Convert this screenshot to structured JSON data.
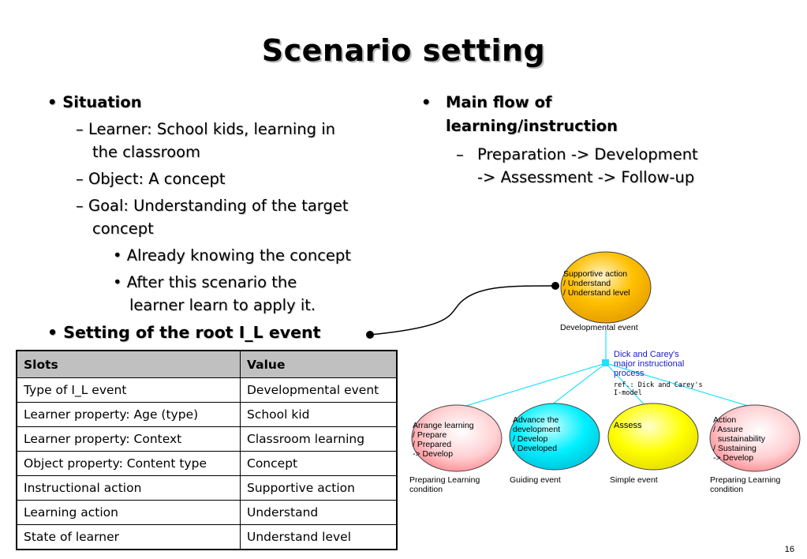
{
  "title": "Scenario setting",
  "left": {
    "situation": "Situation",
    "learner": "Learner: School kids, learning in the classroom",
    "learner_l1": "Learner: School kids, learning in",
    "learner_l2": "the classroom",
    "object": "Object: A concept",
    "goal_l1": "Goal: Understanding of the target",
    "goal_l2": "concept",
    "sub1": "Already knowing the concept",
    "sub2_l1": "After this scenario the",
    "sub2_l2": "learner learn to apply it.",
    "setting": "Setting of the root I_L event"
  },
  "right": {
    "main_l1": "Main flow of",
    "main_l2": "learning/instruction",
    "flow_l1": "Preparation -> Development",
    "flow_l2": "-> Assessment -> Follow-up"
  },
  "table": {
    "headers": [
      "Slots",
      "Value"
    ],
    "rows": [
      [
        "Type of I_L event",
        "Developmental event"
      ],
      [
        "Learner property: Age (type)",
        "School kid"
      ],
      [
        "Learner property: Context",
        "Classroom learning"
      ],
      [
        "Object property: Content type",
        "Concept"
      ],
      [
        "Instructional action",
        "Supportive action"
      ],
      [
        "Learning action",
        "Understand"
      ],
      [
        "State of learner",
        "Understand level"
      ]
    ]
  },
  "diagram": {
    "root": {
      "lines": [
        "Supportive action",
        "/ Understand",
        "/ Understand level"
      ],
      "caption": "Developmental event",
      "color": "#ffc000"
    },
    "model_label": [
      "Dick and Carey's",
      "major instructional",
      "process"
    ],
    "model_ref": [
      "ref.: Dick and Carey's",
      "I-model"
    ],
    "children": [
      {
        "lines": [
          "Arrange learning",
          "/ Prepare",
          "/ Prepared",
          "-> Develop"
        ],
        "caption": [
          "Preparing Learning",
          "condition"
        ],
        "color": "#ff9aa0"
      },
      {
        "lines": [
          "Advance the",
          "development",
          "/ Develop",
          "/ Developed"
        ],
        "caption": [
          "Guiding event"
        ],
        "color": "#00f0ff"
      },
      {
        "lines": [
          "Assess"
        ],
        "caption": [
          "Simple event"
        ],
        "color": "#ffff00"
      },
      {
        "lines": [
          "Action",
          "/ Assure",
          "  sustainability",
          "/ Sustaining",
          "-> Develop"
        ],
        "caption": [
          "Preparing Learning",
          "condition"
        ],
        "color": "#ff9aa0"
      }
    ]
  },
  "page_number": "16"
}
